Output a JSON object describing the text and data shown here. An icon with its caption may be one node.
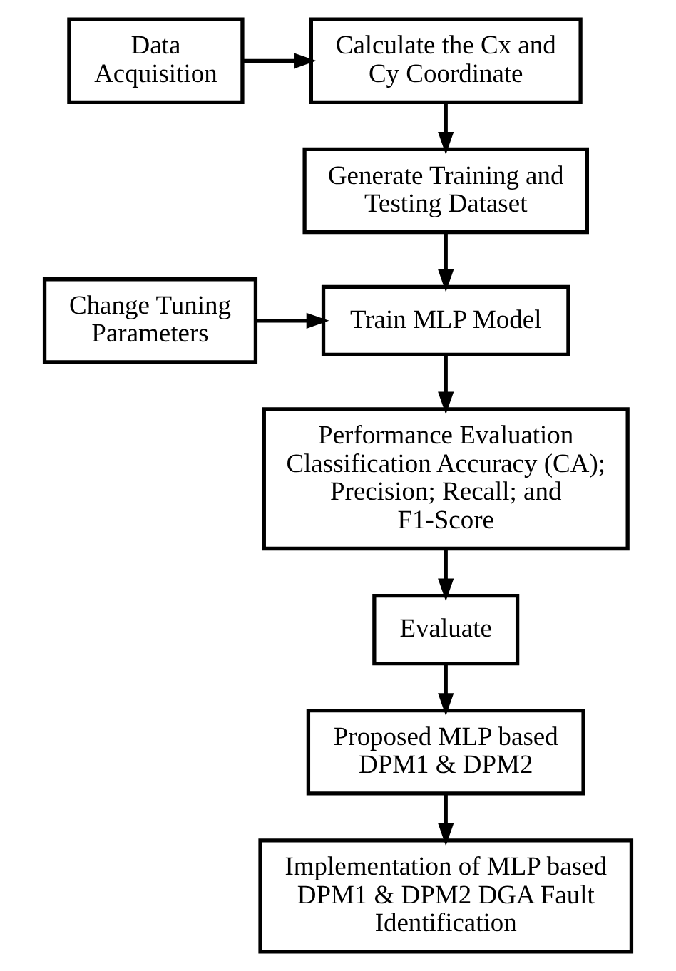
{
  "diagram": {
    "nodes": [
      {
        "text": [
          "Data Acquisition"
        ]
      },
      {
        "text": [
          "Calculate the Cx and Cy Coordinate"
        ]
      },
      {
        "text": [
          "Generate Training and Testing Dataset"
        ]
      },
      {
        "text": [
          "Change Tuning Parameters"
        ]
      },
      {
        "text": [
          "Train MLP Model"
        ]
      },
      {
        "text": [
          "Performance Evaluation Classification Accuracy (CA); Precision; Recall; and F1-Score"
        ]
      },
      {
        "text": [
          "Evaluate"
        ]
      },
      {
        "text": [
          "Proposed MLP based DPM1 & DPM2"
        ]
      },
      {
        "text": [
          "Implementation of MLP based DPM1 & DPM2 DGA Fault Identification"
        ]
      }
    ],
    "edges": [
      {
        "from": 0,
        "to": 1,
        "arrow": "to"
      },
      {
        "from": 1,
        "to": 2,
        "arrow": "to"
      },
      {
        "from": 2,
        "to": 4,
        "arrow": "to"
      },
      {
        "from": 3,
        "to": 4,
        "arrow": "to"
      },
      {
        "from": 4,
        "to": 5,
        "arrow": "to"
      },
      {
        "from": 5,
        "to": 6,
        "arrow": "to"
      },
      {
        "from": 6,
        "to": 7,
        "arrow": "to"
      },
      {
        "from": 7,
        "to": 8,
        "arrow": "to"
      }
    ]
  }
}
